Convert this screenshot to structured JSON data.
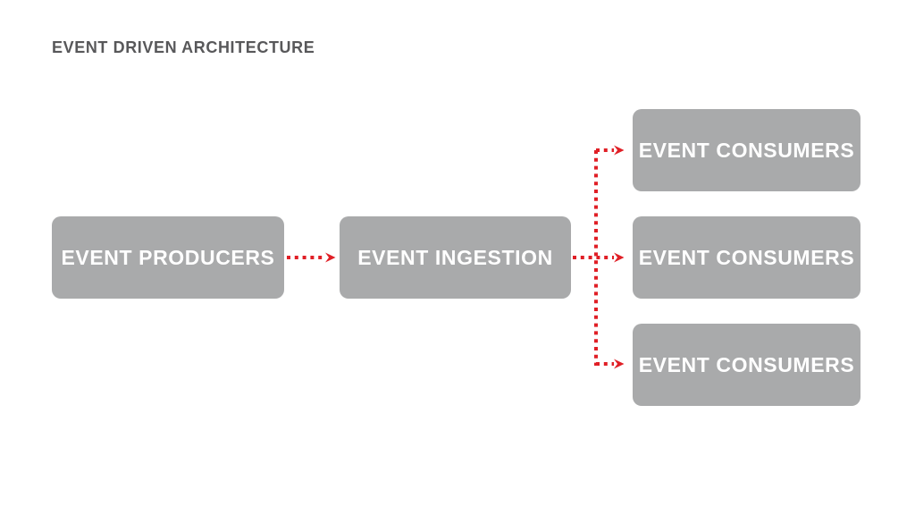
{
  "title": "EVENT DRIVEN ARCHITECTURE",
  "colors": {
    "background": "#ffffff",
    "box": "#a9aaab",
    "box_text": "#ffffff",
    "arrow": "#e01f26",
    "title_text": "#58585a"
  },
  "nodes": {
    "producers": {
      "label": "EVENT PRODUCERS"
    },
    "ingestion": {
      "label": "EVENT INGESTION"
    },
    "consumer_top": {
      "label": "EVENT CONSUMERS"
    },
    "consumer_middle": {
      "label": "EVENT CONSUMERS"
    },
    "consumer_bottom": {
      "label": "EVENT CONSUMERS"
    }
  },
  "connections": [
    {
      "from": "producers",
      "to": "ingestion",
      "style": "red-dotted-arrow"
    },
    {
      "from": "ingestion",
      "to": "consumer_top",
      "style": "red-dotted-arrow"
    },
    {
      "from": "ingestion",
      "to": "consumer_middle",
      "style": "red-dotted-arrow"
    },
    {
      "from": "ingestion",
      "to": "consumer_bottom",
      "style": "red-dotted-arrow"
    }
  ]
}
